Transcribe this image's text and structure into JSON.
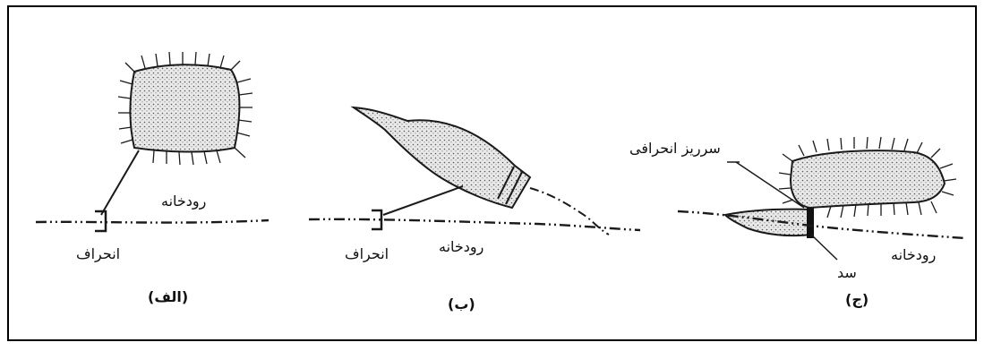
{
  "panels": {
    "a": {
      "caption": "(الف)",
      "river_label": "رودخانه",
      "diversion_label": "انحراف"
    },
    "b": {
      "caption": "(ب)",
      "river_label": "رودخانه",
      "diversion_label": "انحراف"
    },
    "c": {
      "caption": "(ج)",
      "spillway_label": "سرریز انحرافی",
      "dam_label": "سد",
      "river_label": "رودخانه"
    }
  },
  "colors": {
    "frame": "#000000",
    "fill": "#e6e6e6",
    "stroke": "#1a1a1a"
  }
}
